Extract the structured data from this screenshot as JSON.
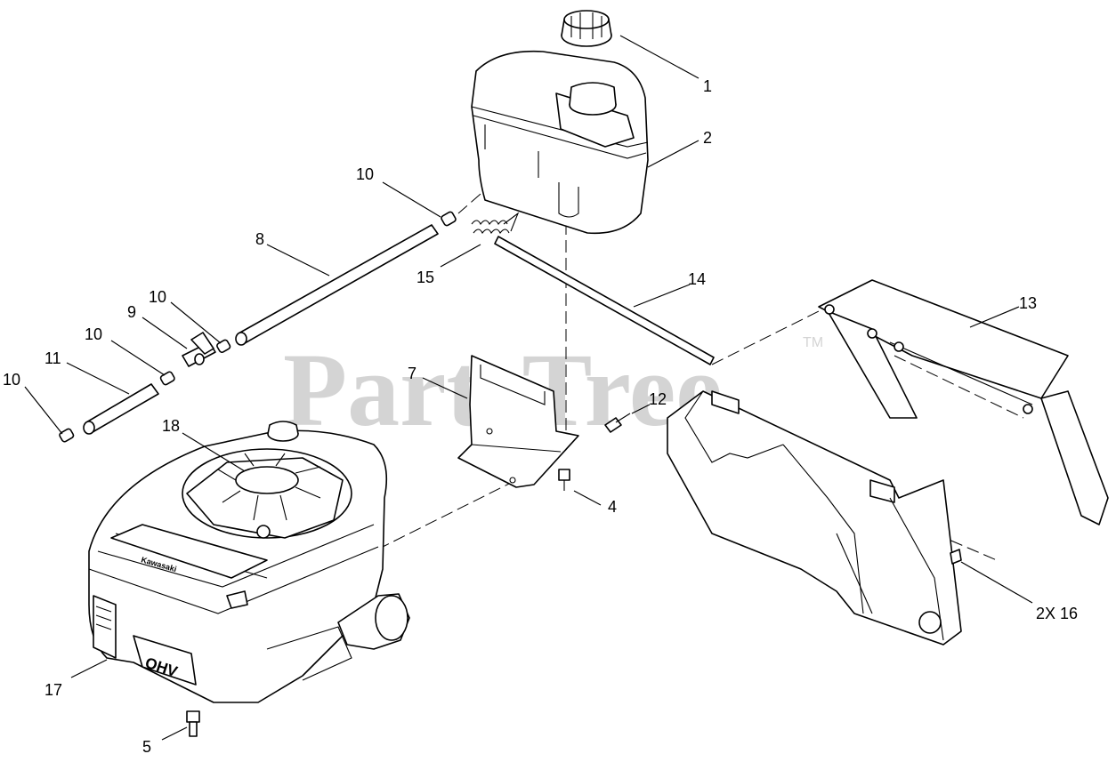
{
  "watermark": {
    "text": "PartsTree",
    "trademark": "TM"
  },
  "engine_markings": {
    "brand": "Kawasaki",
    "valve": "OHV"
  },
  "callouts": {
    "c1": "1",
    "c2": "2",
    "c4": "4",
    "c5": "5",
    "c7": "7",
    "c8": "8",
    "c9": "9",
    "c10a": "10",
    "c10b": "10",
    "c10c": "10",
    "c10d": "10",
    "c11": "11",
    "c12": "12",
    "c13": "13",
    "c14": "14",
    "c15": "15",
    "c16": "2X 16",
    "c17": "17",
    "c18": "18"
  }
}
